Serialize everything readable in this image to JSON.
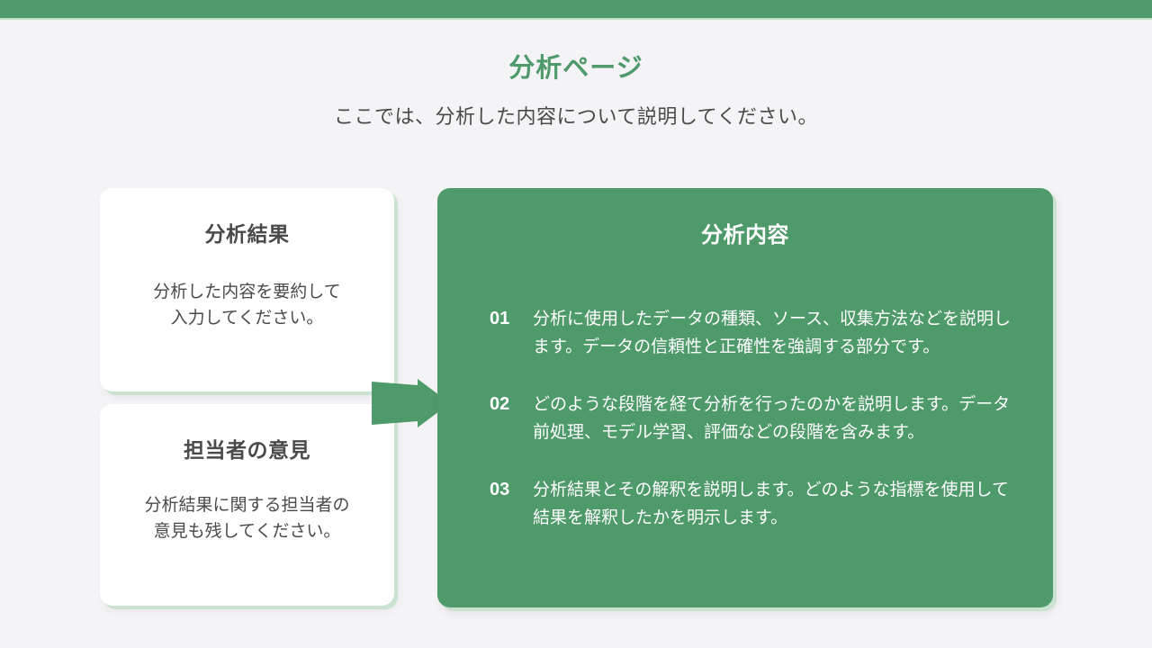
{
  "colors": {
    "accent": "#4f9a6a",
    "accent_light": "#c9e3d0",
    "background": "#f4f3f5",
    "text": "#4a4a4a",
    "card": "#ffffff"
  },
  "header": {
    "title": "分析ページ",
    "subtitle": "ここでは、分析した内容について説明してください。"
  },
  "left_cards": [
    {
      "title": "分析結果",
      "body": "分析した内容を要約して\n入力してください。"
    },
    {
      "title": "担当者の意見",
      "body": "分析結果に関する担当者の\n意見も残してください。"
    }
  ],
  "arrow": {
    "icon": "arrow-right-icon"
  },
  "main_card": {
    "title": "分析内容",
    "steps": [
      {
        "number": "01",
        "text": "分析に使用したデータの種類、ソース、収集方法などを説明します。データの信頼性と正確性を強調する部分です。"
      },
      {
        "number": "02",
        "text": "どのような段階を経て分析を行ったのかを説明します。データ前処理、モデル学習、評価などの段階を含みます。"
      },
      {
        "number": "03",
        "text": "分析結果とその解釈を説明します。どのような指標を使用して結果を解釈したかを明示します。"
      }
    ]
  }
}
